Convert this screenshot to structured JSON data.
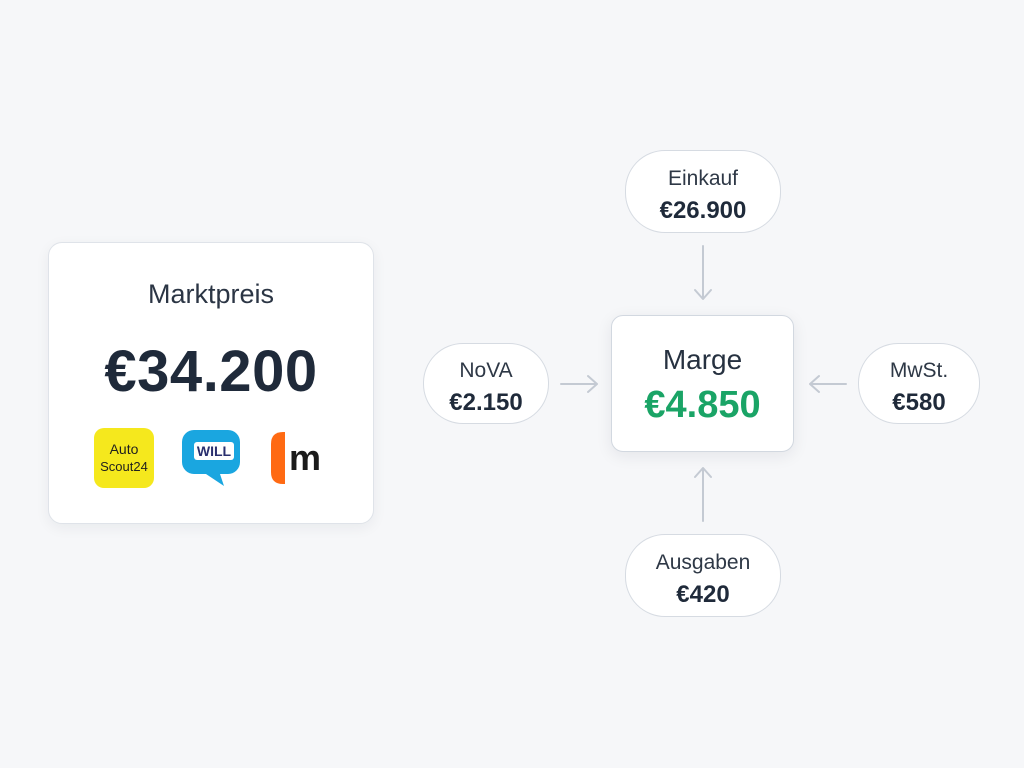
{
  "market": {
    "title": "Marktpreis",
    "value": "€34.200",
    "logos": [
      {
        "name": "autoscout24-logo",
        "line1": "Auto",
        "line2": "Scout24",
        "color": "#f5e81d"
      },
      {
        "name": "willhaben-logo",
        "text": "WILL",
        "color": "#1aa6e0"
      },
      {
        "name": "mobile-logo",
        "text": "m",
        "color": "#ff6a13"
      }
    ]
  },
  "margin": {
    "label": "Marge",
    "value": "€4.850",
    "color": "#1aa466"
  },
  "nodes": {
    "einkauf": {
      "label": "Einkauf",
      "value": "€26.900"
    },
    "nova": {
      "label": "NoVA",
      "value": "€2.150"
    },
    "mwst": {
      "label": "MwSt.",
      "value": "€580"
    },
    "ausgaben": {
      "label": "Ausgaben",
      "value": "€420"
    }
  },
  "colors": {
    "background": "#f6f7f9",
    "arrow": "#c4cad3",
    "border": "#d6dbe2"
  }
}
